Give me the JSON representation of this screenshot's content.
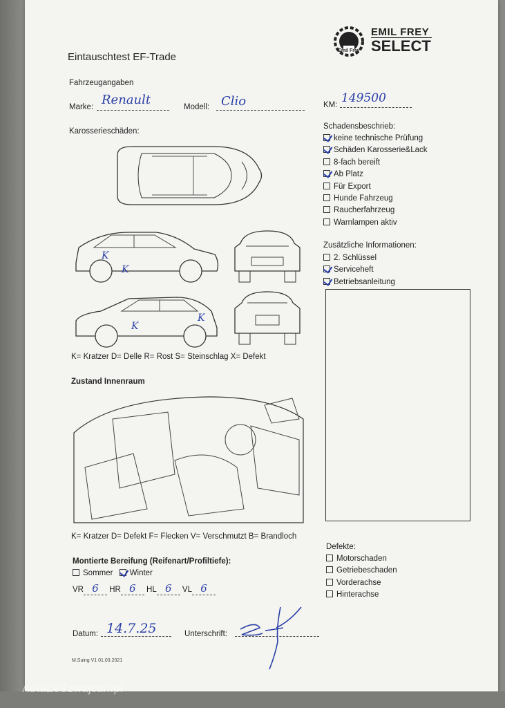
{
  "doc": {
    "title": "Eintauschtest EF-Trade",
    "brand": {
      "line1": "EMIL FREY",
      "line2": "SELECT",
      "emblem_text": "Emil Frey"
    },
    "vehicle": {
      "section": "Fahrzeugangaben",
      "marke_label": "Marke:",
      "marke_value": "Renault",
      "modell_label": "Modell:",
      "modell_value": "Clio",
      "km_label": "KM:",
      "km_value": "149500"
    },
    "body_damage": {
      "section": "Karosserieschäden:",
      "legend": "K= Kratzer D= Delle R= Rost S= Steinschlag X= Defekt",
      "marks": [
        "K",
        "K",
        "K",
        "K"
      ]
    },
    "damage_report": {
      "section": "Schadensbeschrieb:",
      "items": [
        {
          "label": "keine technische Prüfung",
          "checked": true
        },
        {
          "label": "Schäden Karosserie&Lack",
          "checked": true
        },
        {
          "label": "8-fach bereift",
          "checked": false
        },
        {
          "label": "Ab Platz",
          "checked": true
        },
        {
          "label": "Für Export",
          "checked": false
        },
        {
          "label": "Hunde Fahrzeug",
          "checked": false
        },
        {
          "label": "Raucherfahrzeug",
          "checked": false
        },
        {
          "label": "Warnlampen aktiv",
          "checked": false
        }
      ]
    },
    "extra_info": {
      "section": "Zusätzliche Informationen:",
      "items": [
        {
          "label": "2. Schlüssel",
          "checked": false
        },
        {
          "label": "Serviceheft",
          "checked": true
        },
        {
          "label": "Betriebsanleitung",
          "checked": true
        }
      ]
    },
    "interior": {
      "section": "Zustand Innenraum",
      "legend": "K= Kratzer D= Defekt F= Flecken V= Verschmutzt B= Brandloch"
    },
    "tires": {
      "section": "Montierte Bereifung (Reifenart/Profiltiefe):",
      "sommer": "Sommer",
      "winter": "Winter",
      "sommer_checked": false,
      "winter_checked": true,
      "vr_label": "VR",
      "vr_value": "6",
      "hr_label": "HR",
      "hr_value": "6",
      "hl_label": "HL",
      "hl_value": "6",
      "vl_label": "VL",
      "vl_value": "6"
    },
    "defects": {
      "section": "Defekte:",
      "items": [
        {
          "label": "Motorschaden",
          "checked": false
        },
        {
          "label": "Getriebeschaden",
          "checked": false
        },
        {
          "label": "Vorderachse",
          "checked": false
        },
        {
          "label": "Hinterachse",
          "checked": false
        }
      ]
    },
    "footer": {
      "datum_label": "Datum:",
      "datum_value": "14.7.25",
      "unterschrift_label": "Unterschrift:",
      "version": "M.Suing V1 01.03.2021"
    },
    "watermark": "AutaZeSzwajcari.pl"
  },
  "colors": {
    "ink": "#2a3fa6",
    "paper": "#f4f4f1",
    "print": "#222222"
  }
}
